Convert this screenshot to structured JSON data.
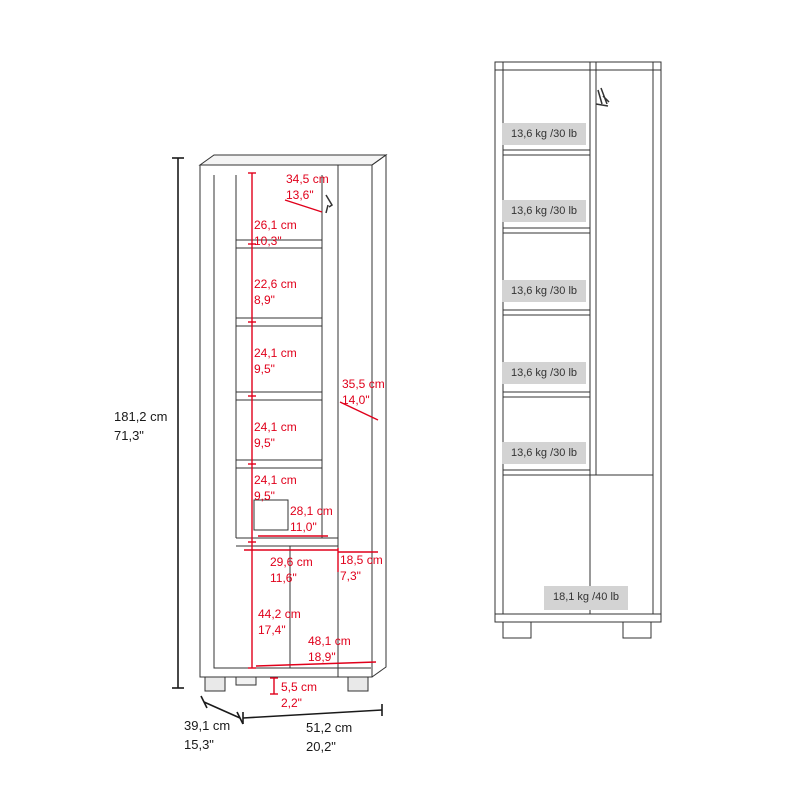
{
  "colors": {
    "dimension_red": "#e0001b",
    "outline": "#333333",
    "load_box": "#d3d3d3",
    "text": "#1a1a1a"
  },
  "overall": {
    "height_cm": "181,2 cm",
    "height_in": "71,3\"",
    "depth_cm": "39,1 cm",
    "depth_in": "15,3\"",
    "width_cm": "51,2 cm",
    "width_in": "20,2\""
  },
  "inner": {
    "top_depth_cm": "34,5 cm",
    "top_depth_in": "13,6\"",
    "shelf1_cm": "26,1 cm",
    "shelf1_in": "10,3\"",
    "shelf2_cm": "22,6 cm",
    "shelf2_in": "8,9\"",
    "shelf3_cm": "24,1 cm",
    "shelf3_in": "9,5\"",
    "shelf4_cm": "24,1 cm",
    "shelf4_in": "9,5\"",
    "shelf5_cm": "24,1 cm",
    "shelf5_in": "9,5\"",
    "door_width_cm": "35,5 cm",
    "door_width_in": "14,0\"",
    "shelf_width_cm": "28,1 cm",
    "shelf_width_in": "11,0\"",
    "mid_depth_cm": "29,6 cm",
    "mid_depth_in": "11,6\"",
    "side_cm": "18,5 cm",
    "side_in": "7,3\"",
    "lower_height_cm": "44,2 cm",
    "lower_height_in": "17,4\"",
    "lower_width_cm": "48,1 cm",
    "lower_width_in": "18,9\"",
    "leg_cm": "5,5 cm",
    "leg_in": "2,2\""
  },
  "loads": {
    "shelf_loads": [
      "13,6 kg /30 lb",
      "13,6 kg /30 lb",
      "13,6 kg /30 lb",
      "13,6 kg /30 lb",
      "13,6 kg /30 lb"
    ],
    "bottom_load": "18,1 kg /40 lb"
  }
}
